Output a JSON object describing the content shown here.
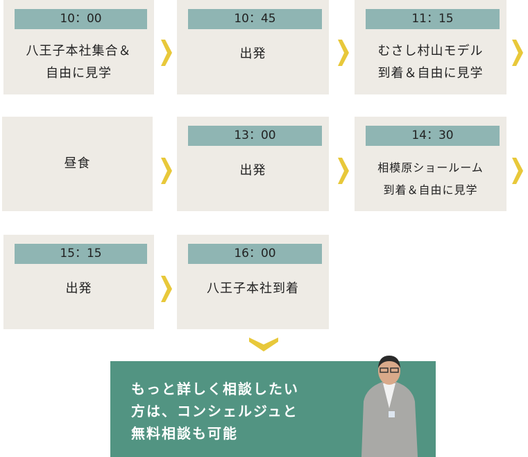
{
  "steps": [
    {
      "time": "10：00",
      "label": "八王子本社集合＆\n自由に見学"
    },
    {
      "time": "10：45",
      "label": "出発"
    },
    {
      "time": "11：15",
      "label": "むさし村山モデル\n到着＆自由に見学"
    },
    {
      "time": null,
      "label": "昼食"
    },
    {
      "time": "13：00",
      "label": "出発"
    },
    {
      "time": "14：30",
      "label": "相模原ショールーム\n到着＆自由に見学"
    },
    {
      "time": "15：15",
      "label": "出発"
    },
    {
      "time": "16：00",
      "label": "八王子本社到着"
    }
  ],
  "banner": {
    "text": "もっと詳しく相談したい\n方は、コンシェルジュと\n無料相談も可能"
  },
  "colors": {
    "box": "#eeebe5",
    "time_bar": "#8fb5b3",
    "chevron": "#e8c83a",
    "banner": "#529482"
  }
}
